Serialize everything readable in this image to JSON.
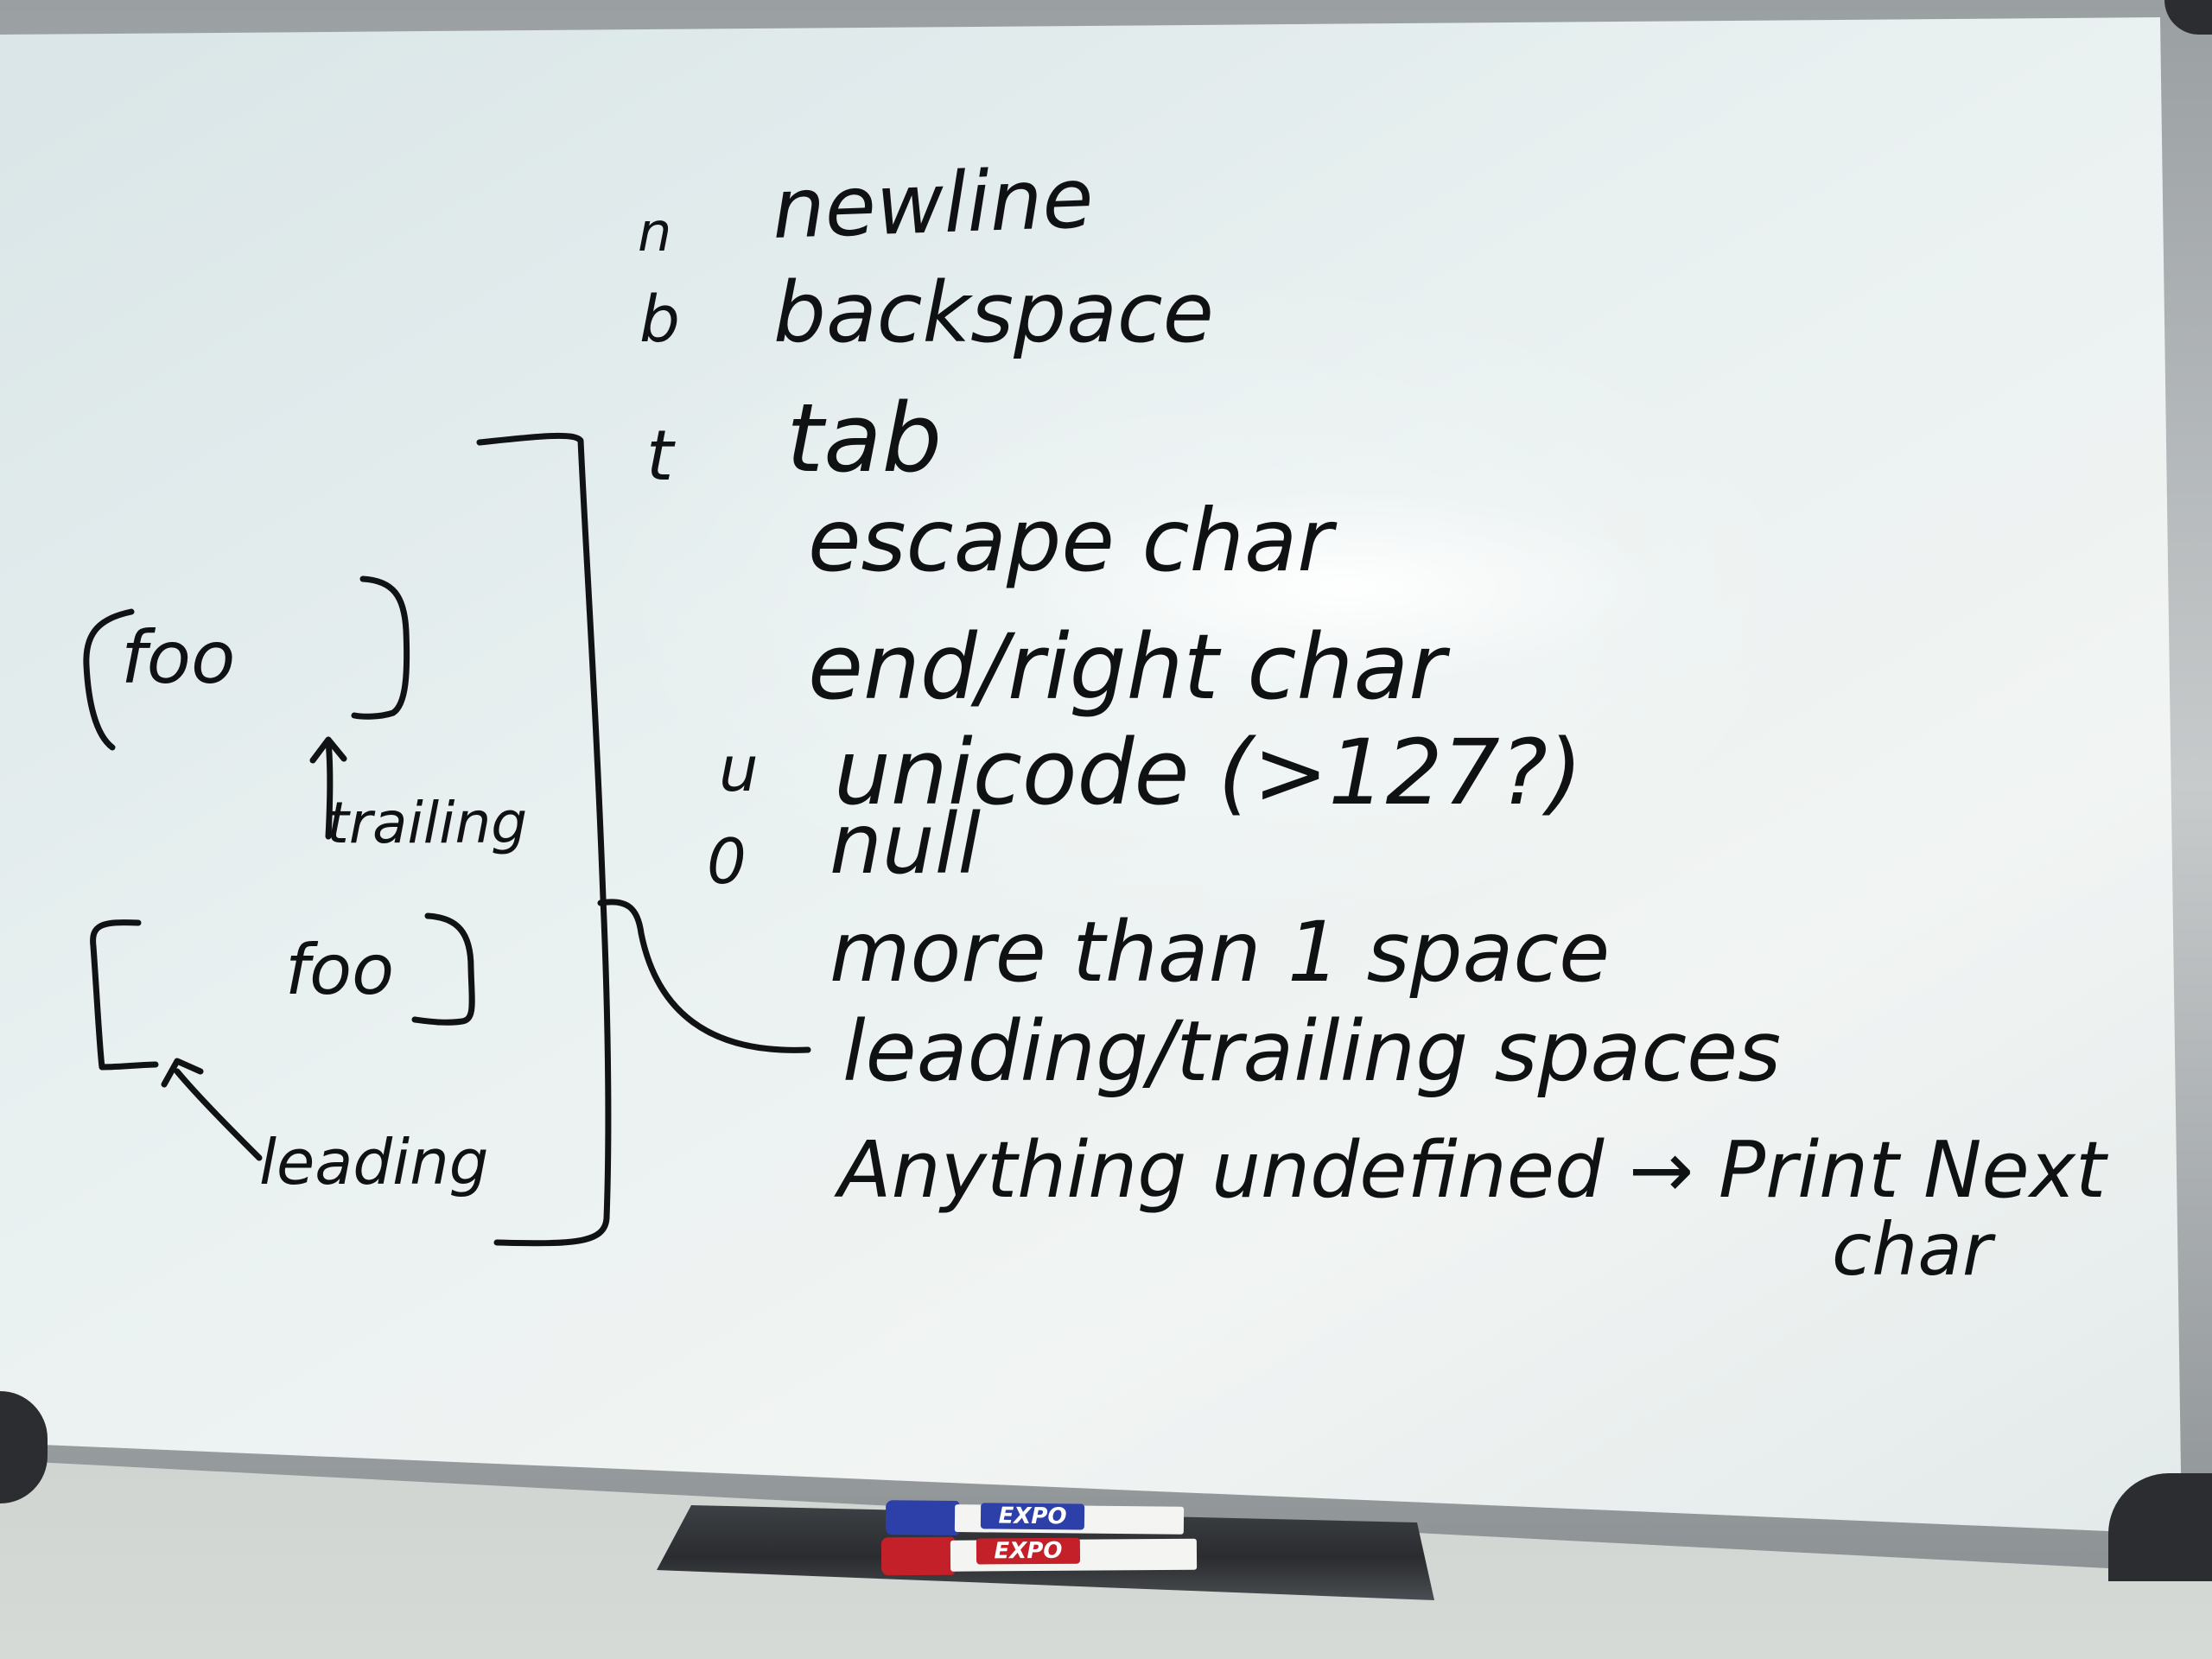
{
  "whiteboard": {
    "escape_list": [
      {
        "key": "n",
        "label": "newline"
      },
      {
        "key": "b",
        "label": "backspace"
      },
      {
        "key": "t",
        "label": "tab"
      },
      {
        "key": "",
        "label": "escape char"
      },
      {
        "key": "",
        "label": "end/right char"
      },
      {
        "key": "u",
        "label": "unicode (>127?)"
      },
      {
        "key": "0",
        "label": "null"
      },
      {
        "key": "",
        "label": "more than 1 space"
      },
      {
        "key": "",
        "label": "leading/trailing spaces"
      },
      {
        "key": "",
        "label": "Anything undefined → Print Next"
      },
      {
        "key": "",
        "label": "char"
      }
    ],
    "examples": {
      "trailing_box_text": "foo",
      "trailing_label": "trailing",
      "leading_box_text": "foo",
      "leading_label": "leading"
    }
  },
  "tray": {
    "markers": [
      {
        "brand": "EXPO",
        "color": "#2d3fa8"
      },
      {
        "brand": "EXPO",
        "color": "#c3202a"
      }
    ]
  }
}
